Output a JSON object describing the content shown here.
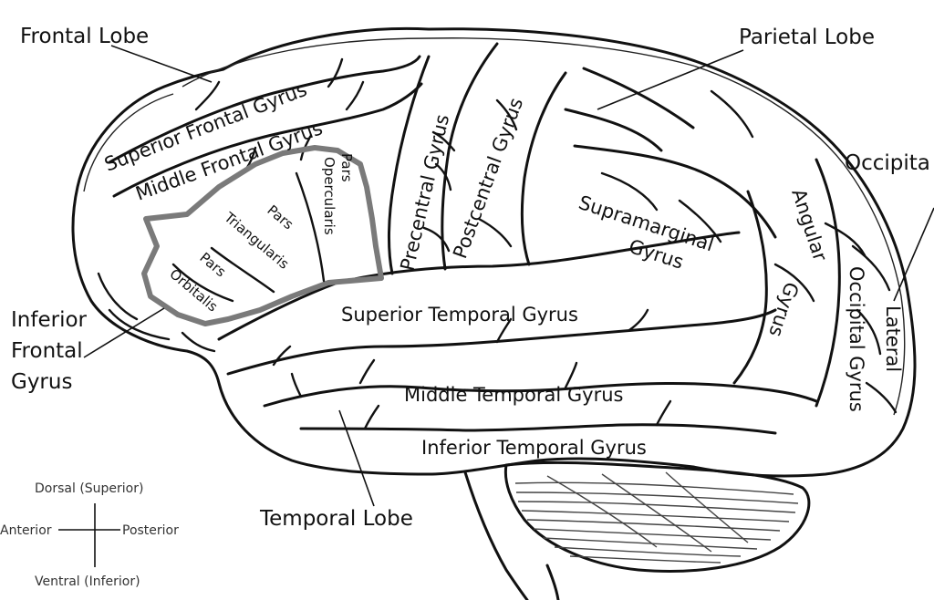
{
  "labels": {
    "frontal_lobe": "Frontal Lobe",
    "parietal_lobe": "Parietal Lobe",
    "occipital_lobe": "Occipita",
    "temporal_lobe": "Temporal Lobe",
    "superior_frontal_gyrus": "Superior Frontal Gyrus",
    "middle_frontal_gyrus": "Middle Frontal Gyrus",
    "pars_opercularis_1": "Pars",
    "pars_opercularis_2": "Opercularis",
    "pars_triangularis_1": "Pars",
    "pars_triangularis_2": "Triangularis",
    "pars_orbitalis_1": "Pars",
    "pars_orbitalis_2": "Orbitalis",
    "precentral_gyrus": "Precentral Gyrus",
    "postcentral_gyrus": "Postcentral Gyrus",
    "supramarginal_gyrus_1": "Supramarginal",
    "supramarginal_gyrus_2": "Gyrus",
    "angular_gyrus_1": "Angular",
    "angular_gyrus_2": "Gyrus",
    "lateral_occipital_gyrus_1": "Lateral",
    "lateral_occipital_gyrus_2": "Occipital Gyrus",
    "inferior_frontal_gyrus_1": "Inferior",
    "inferior_frontal_gyrus_2": "Frontal",
    "inferior_frontal_gyrus_3": "Gyrus",
    "superior_temporal_gyrus": "Superior Temporal Gyrus",
    "middle_temporal_gyrus": "Middle Temporal Gyrus",
    "inferior_temporal_gyrus": "Inferior Temporal Gyrus"
  },
  "orientation": {
    "dorsal": "Dorsal (Superior)",
    "ventral": "Ventral (Inferior)",
    "anterior": "Anterior",
    "posterior": "Posterior"
  },
  "colors": {
    "outline": "#111111",
    "inferior_frontal_boundary": "#7a7a7a"
  }
}
